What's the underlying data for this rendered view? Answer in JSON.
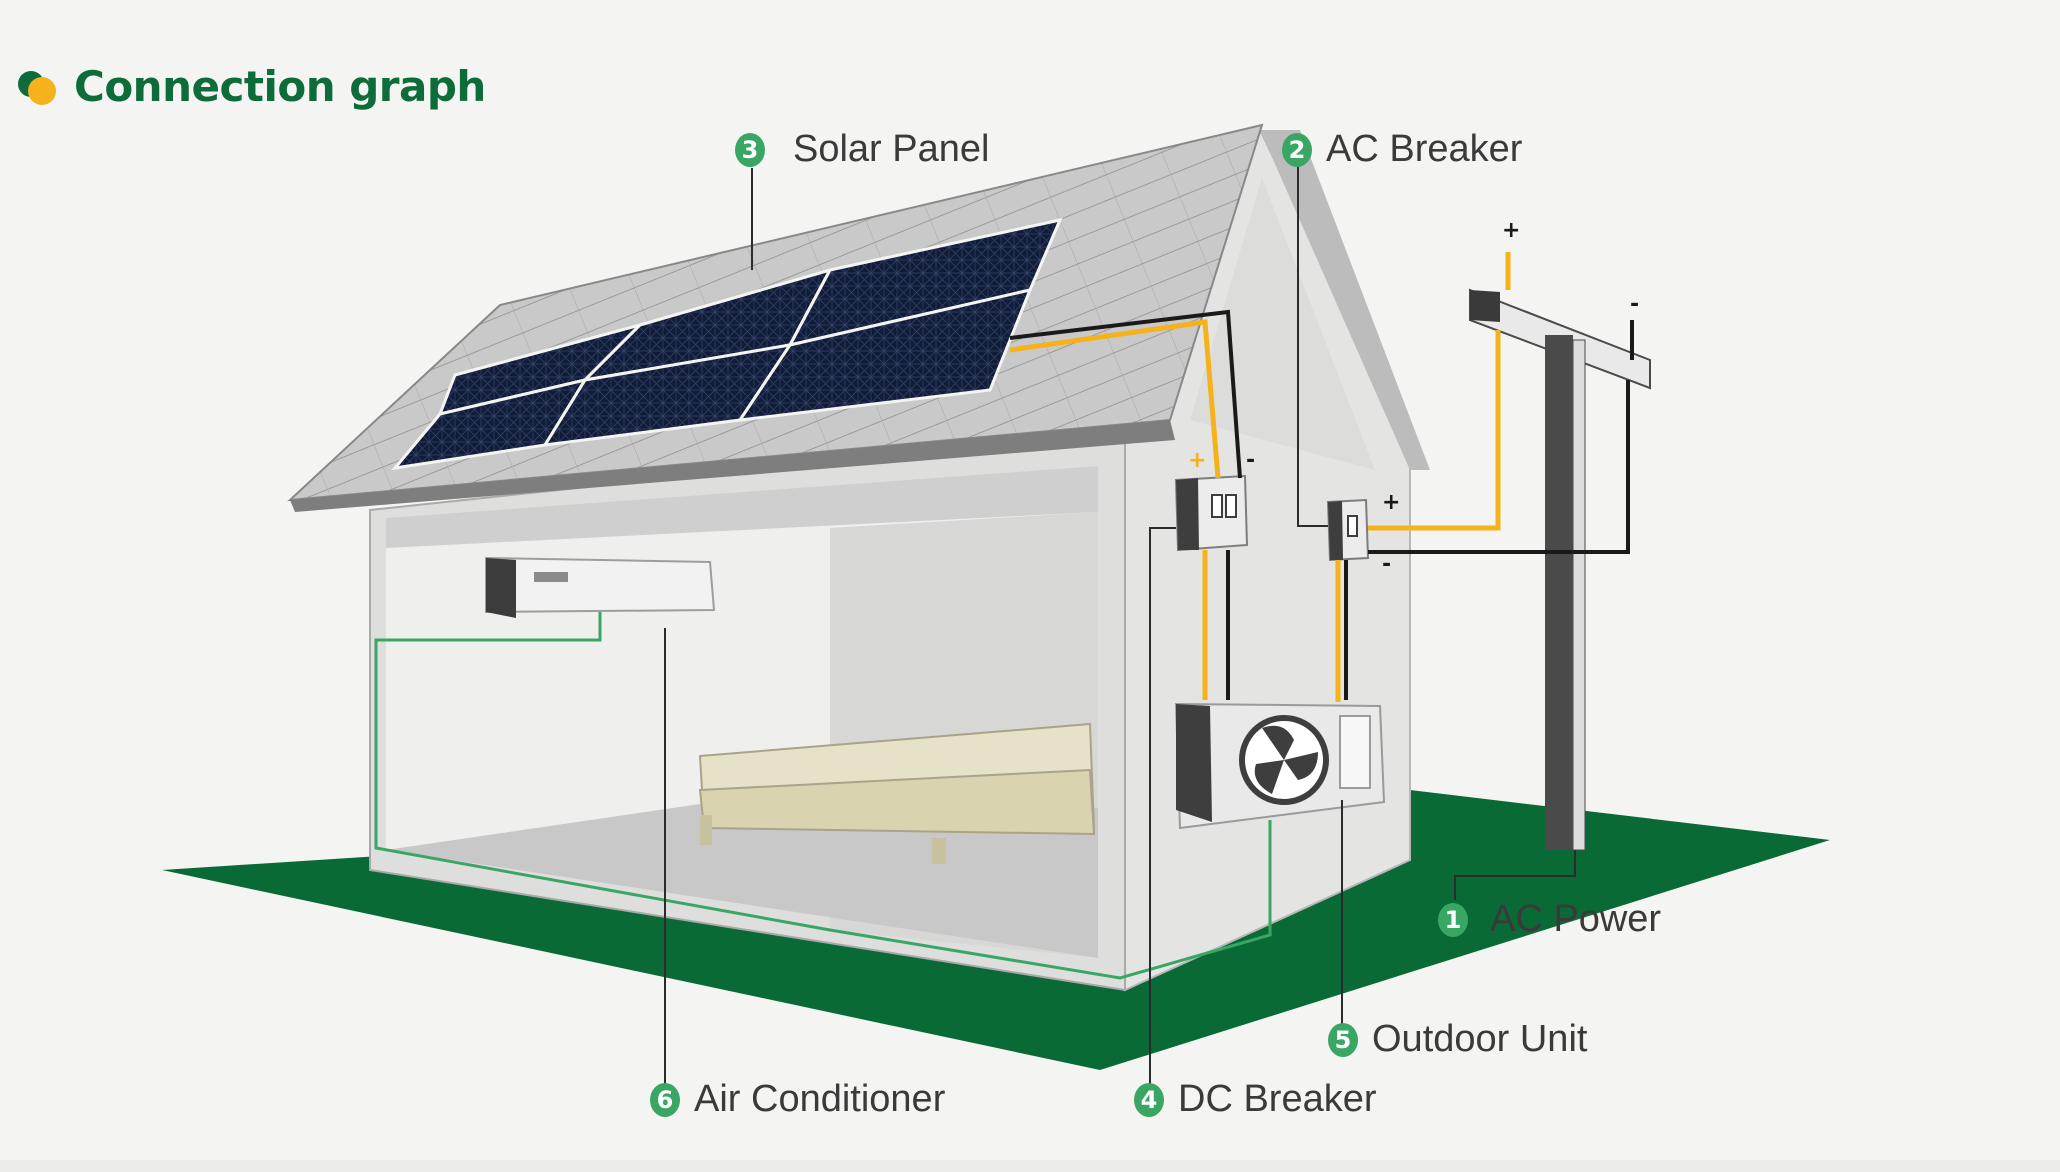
{
  "header": {
    "title": "Connection graph"
  },
  "callouts": [
    {
      "num": "3",
      "label": "Solar Panel"
    },
    {
      "num": "2",
      "label": "AC Breaker"
    },
    {
      "num": "1",
      "label": "AC Power"
    },
    {
      "num": "5",
      "label": "Outdoor Unit"
    },
    {
      "num": "6",
      "label": "Air Conditioner"
    },
    {
      "num": "4",
      "label": "DC Breaker"
    }
  ],
  "polarity": {
    "plus": "+",
    "minus": "-"
  },
  "colors": {
    "brand_green": "#0e6b3a",
    "badge_green": "#3aa663",
    "accent_yellow": "#f5b21b",
    "ground_green": "#0a6a35",
    "panel_navy": "#101c38"
  }
}
